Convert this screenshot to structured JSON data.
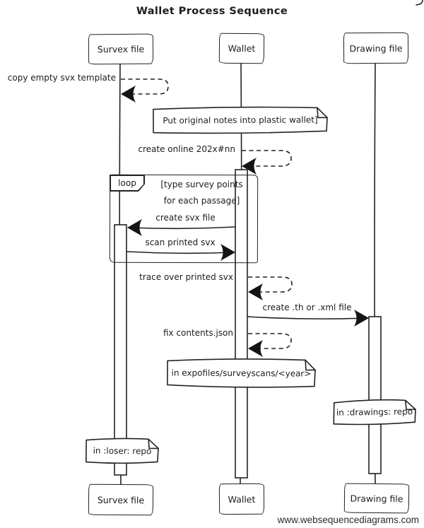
{
  "title": "Wallet Process Sequence",
  "watermark": "www.websequencediagrams.com",
  "diagram_type": "sequence",
  "ink_color": "#1c1c1c",
  "actors": {
    "survex": {
      "label": "Survex file"
    },
    "wallet": {
      "label": "Wallet"
    },
    "drawing": {
      "label": "Drawing file"
    }
  },
  "loop": {
    "label": "loop",
    "condition_line1": "[type survey points",
    "condition_line2": "for each passage]"
  },
  "messages": {
    "copy_template": {
      "text": "copy empty svx template",
      "kind": "dashed-self",
      "actor": "Survex file"
    },
    "create_online": {
      "text": "create online 202x#nn",
      "kind": "dashed-self",
      "actor": "Wallet"
    },
    "create_svx": {
      "text": "create svx file",
      "kind": "solid",
      "from": "Wallet",
      "to": "Survex file"
    },
    "scan_printed": {
      "text": "scan printed svx",
      "kind": "solid",
      "from": "Survex file",
      "to": "Wallet"
    },
    "trace_over": {
      "text": "trace over printed svx",
      "kind": "dashed-self",
      "actor": "Wallet"
    },
    "create_th": {
      "text": "create .th or .xml file",
      "kind": "solid",
      "from": "Wallet",
      "to": "Drawing file"
    },
    "fix_contents": {
      "text": "fix contents.json",
      "kind": "dashed-self",
      "actor": "Wallet"
    }
  },
  "notes": {
    "plastic_wallet": {
      "text": "Put original notes into plastic wallet]",
      "over": "Wallet"
    },
    "expofiles": {
      "text": "in expofiles/surveyscans/<year>",
      "over": "Wallet"
    },
    "drawings_repo": {
      "text": "in :drawings: repo",
      "over": "Drawing file"
    },
    "loser_repo": {
      "text": "in :loser: repo",
      "over": "Survex file"
    }
  }
}
